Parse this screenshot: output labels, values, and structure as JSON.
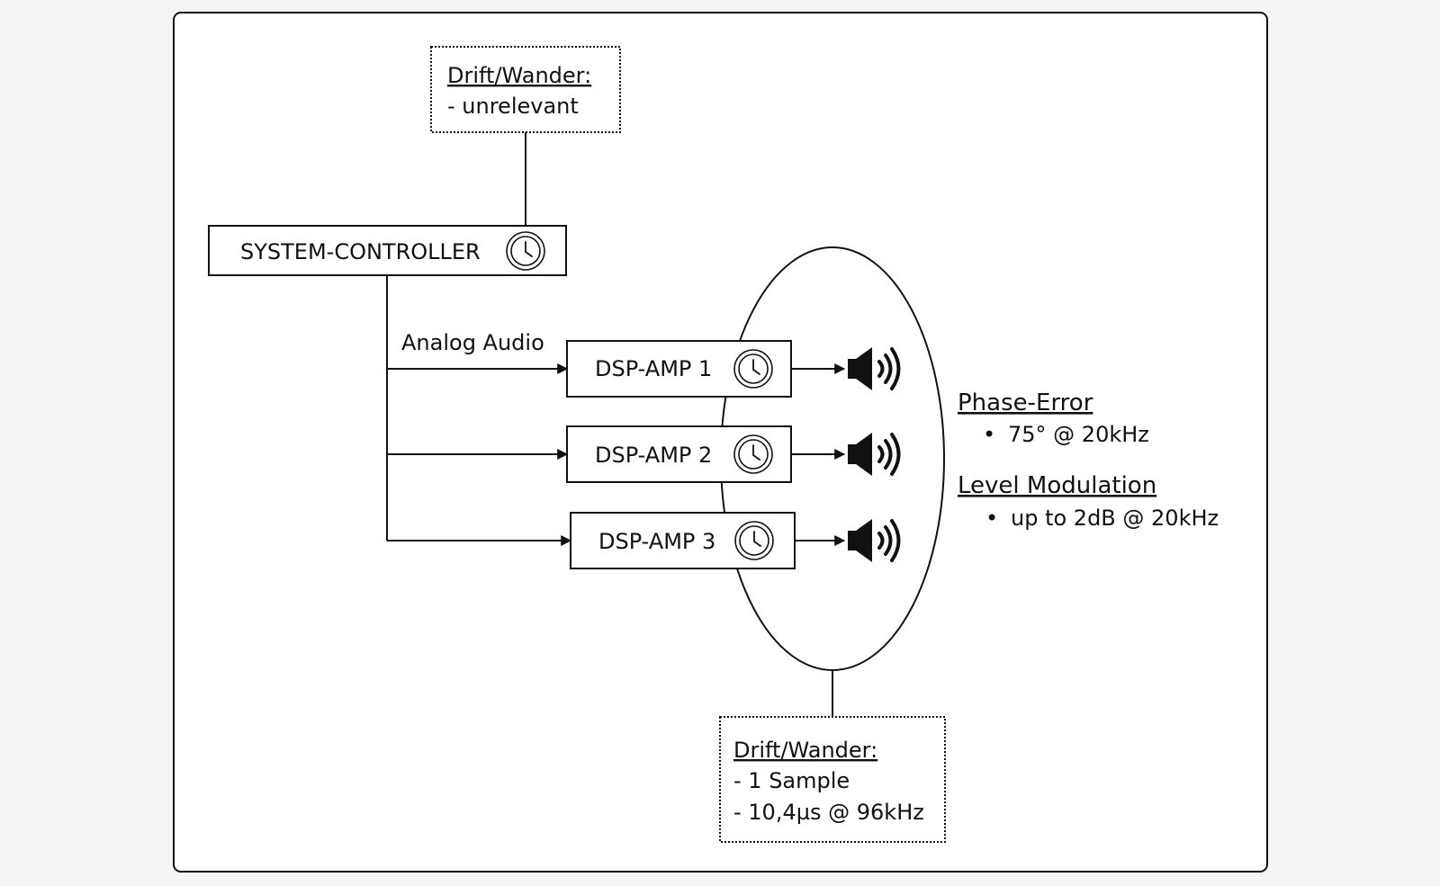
{
  "top_note": {
    "title": "Drift/Wander:",
    "lines": [
      "- unrelevant"
    ]
  },
  "controller": {
    "label": "SYSTEM-CONTROLLER",
    "icon": "clock-icon"
  },
  "signal_label": "Analog Audio",
  "amps": [
    {
      "label": "DSP-AMP 1",
      "icon": "clock-icon",
      "output_icon": "speaker-icon"
    },
    {
      "label": "DSP-AMP 2",
      "icon": "clock-icon",
      "output_icon": "speaker-icon"
    },
    {
      "label": "DSP-AMP 3",
      "icon": "clock-icon",
      "output_icon": "speaker-icon"
    }
  ],
  "side_notes": [
    {
      "title": "Phase-Error",
      "bullet": "•",
      "item": "75° @ 20kHz"
    },
    {
      "title": "Level Modulation",
      "bullet": "•",
      "item": "up to 2dB @ 20kHz"
    }
  ],
  "bottom_note": {
    "title": "Drift/Wander:",
    "lines": [
      "- 1 Sample",
      "- 10,4µs @ 96kHz"
    ]
  },
  "colors": {
    "background": "#f5f5f5",
    "frame": "#ffffff",
    "stroke": "#111111"
  }
}
